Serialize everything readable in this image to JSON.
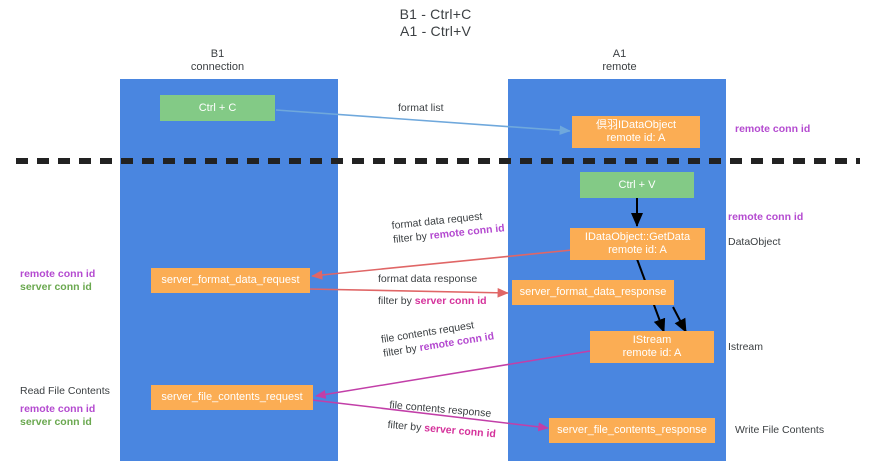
{
  "title": {
    "line1": "B1 - Ctrl+C",
    "line2": "A1 - Ctrl+V"
  },
  "columns": [
    {
      "name": "B1",
      "sub": "connection"
    },
    {
      "name": "A1",
      "sub": "remote"
    }
  ],
  "colors": {
    "lane": "#4a86e0",
    "green_node": "#83ca86",
    "orange_node": "#fbad54",
    "remote_conn_id": "#b44ad0",
    "server_conn_id_left": "#6aa84f",
    "server_conn_id_mid": "#d5329b",
    "divider": "#222222",
    "arrow_blue": "#6fa8dc",
    "arrow_red": "#e06666",
    "arrow_magenta": "#c23fa8",
    "arrow_black": "#000000"
  },
  "nodes": {
    "ctrl_c": {
      "line1": "Ctrl + C"
    },
    "idataobject_register": {
      "line1": "倶⽻IDataObject",
      "line2": "remote id: A"
    },
    "ctrl_v": {
      "line1": "Ctrl + V"
    },
    "getdata": {
      "line1": "IDataObject::GetData",
      "line2": "remote id: A"
    },
    "server_format_data_request": {
      "line1": "server_format_data_request"
    },
    "server_format_data_response": {
      "line1": "server_format_data_response"
    },
    "istream": {
      "line1": "IStream",
      "line2": "remote id: A"
    },
    "server_file_contents_request": {
      "line1": "server_file_contents_request"
    },
    "server_file_contents_response": {
      "line1": "server_file_contents_response"
    }
  },
  "edge_labels": {
    "format_list": {
      "text": "format list"
    },
    "format_data_request": {
      "line1": "format data request",
      "line2_prefix": "filter by ",
      "line2_highlight": "remote conn id"
    },
    "format_data_response": {
      "line1": "format data response",
      "line2_prefix": "filter by ",
      "line2_highlight": "server conn id"
    },
    "file_contents_request": {
      "line1": "file contents request",
      "line2_prefix": "filter by ",
      "line2_highlight": "remote conn id"
    },
    "file_contents_response": {
      "line1": "file contents response",
      "line2_prefix": "filter by ",
      "line2_highlight": "server conn id"
    }
  },
  "annotations": {
    "right_remote_conn_id_top": "remote conn id",
    "right_remote_conn_id_mid": "remote conn id",
    "right_dataobject": "DataObject",
    "right_istream": "Istream",
    "right_write_file_contents": "Write File Contents",
    "left_remote_conn_id_1": "remote conn id",
    "left_server_conn_id_1": "server conn id",
    "left_read_file_contents": "Read File Contents",
    "left_remote_conn_id_2": "remote conn id",
    "left_server_conn_id_2": "server conn id"
  }
}
